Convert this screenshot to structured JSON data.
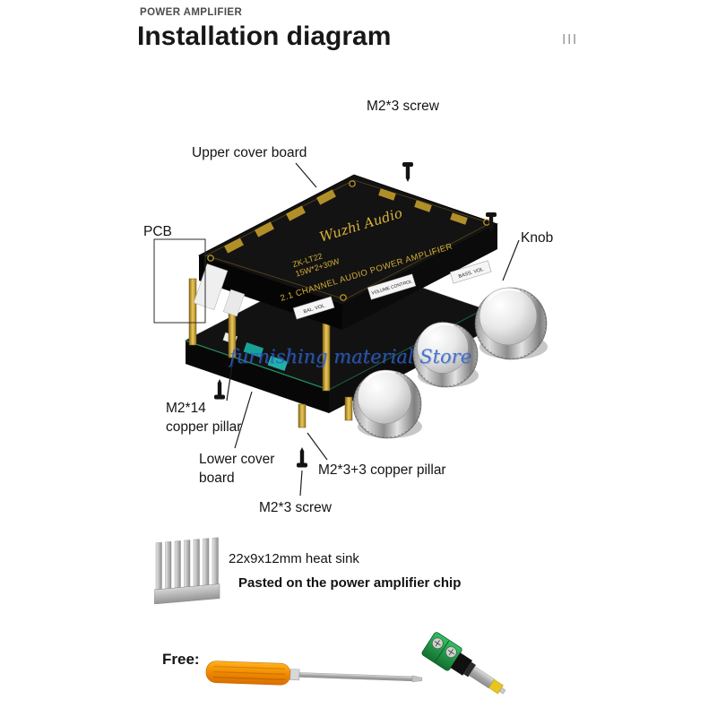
{
  "header": {
    "kicker": "POWER AMPLIFIER",
    "title": "Installation diagram",
    "page_indicator": "III"
  },
  "annotations": {
    "screw_top": "M2*3 screw",
    "upper_cover": "Upper cover board",
    "pcb": "PCB",
    "knob": "Knob",
    "pillar14_line1": "M2*14",
    "pillar14_line2": "copper pillar",
    "lower_cover_line1": "Lower cover",
    "lower_cover_line2": "board",
    "pillar33": "M2*3+3 copper pillar",
    "screw_bottom": "M2*3 screw"
  },
  "board": {
    "brand": "Wuzhi Audio",
    "model": "ZK-LT22",
    "power": "15W*2+30W",
    "channel_text": "2.1 CHANNEL AUDIO POWER AMPLIFIER",
    "panel_labels": [
      "BAL. VOL",
      "VOLUME CONTROL",
      "BASS. VOL"
    ]
  },
  "watermark": "furnishing material Store",
  "heatsink": {
    "line1": "22x9x12mm heat sink",
    "line2": "Pasted on the power amplifier chip"
  },
  "free_label": "Free:",
  "colors": {
    "gold": "#c9a227",
    "watermark_blue": "#2f5fc4",
    "screwdriver_orange": "#f08a00",
    "plug_green": "#1e9e46"
  }
}
